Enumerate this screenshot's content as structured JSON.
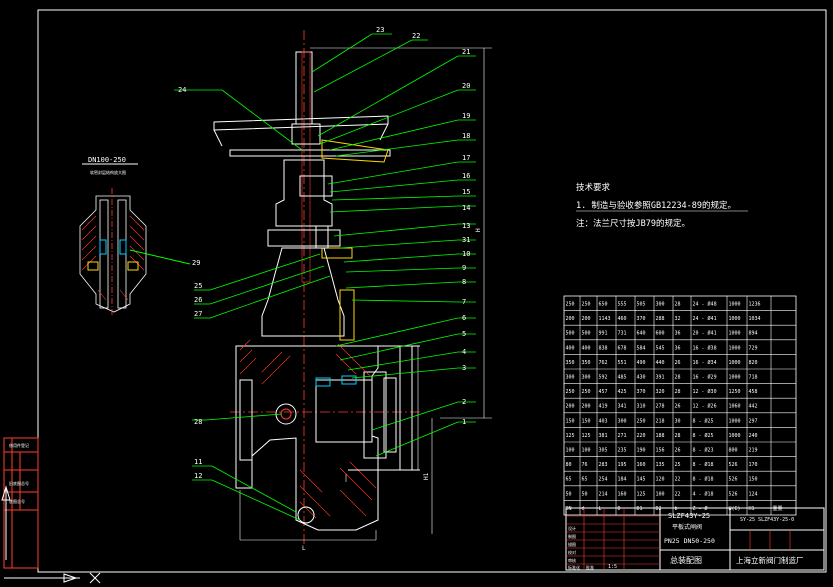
{
  "colors": {
    "background": "#000000",
    "frame": "#ffffff",
    "leader": "#00ff00",
    "outline": "#ffffff",
    "hatch": "#ff3b30",
    "dimension": "#ffffff",
    "centerline": "#ff3b30",
    "accent_cyan": "#00d0ff",
    "accent_yellow": "#ffd800",
    "accent_magenta": "#ff40ff"
  },
  "detail": {
    "title": "DN100-250",
    "subtitle": "软密封层结构放大图",
    "leader_label": "29"
  },
  "tech_requirements": {
    "title": "技术要求",
    "line1": "1. 制造与验收参照GB12234-89的规定。",
    "line2": "注：法兰尺寸按JB79的规定。"
  },
  "balloons_top_right": [
    "23",
    "22",
    "21",
    "20",
    "19",
    "18",
    "17",
    "16",
    "15",
    "14",
    "13",
    "31",
    "10",
    "9",
    "8",
    "7",
    "6",
    "5",
    "4",
    "3",
    "2",
    "1"
  ],
  "balloons_left": [
    "24",
    "25",
    "26",
    "27",
    "28",
    "11",
    "12"
  ],
  "table": {
    "rows": [
      [
        "250",
        "250",
        "650",
        "555",
        "505",
        "300",
        "28",
        "24 - Ø48",
        "1000",
        "1236"
      ],
      [
        "200",
        "200",
        "1143",
        "460",
        "370",
        "288",
        "32",
        "24 - Ø41",
        "1000",
        "1034"
      ],
      [
        "500",
        "500",
        "991",
        "731",
        "640",
        "600",
        "36",
        "20 - Ø41",
        "1000",
        "894"
      ],
      [
        "400",
        "400",
        "838",
        "678",
        "584",
        "545",
        "36",
        "16 - Ø38",
        "1000",
        "729"
      ],
      [
        "350",
        "350",
        "762",
        "551",
        "490",
        "440",
        "26",
        "16 - Ø34",
        "1000",
        "820"
      ],
      [
        "300",
        "300",
        "592",
        "485",
        "430",
        "391",
        "28",
        "16 - Ø29",
        "1000",
        "718"
      ],
      [
        "250",
        "250",
        "457",
        "425",
        "370",
        "320",
        "28",
        "12 - Ø30",
        "1250",
        "458"
      ],
      [
        "200",
        "200",
        "419",
        "341",
        "310",
        "278",
        "26",
        "12 - Ø26",
        "1060",
        "442"
      ],
      [
        "150",
        "150",
        "403",
        "300",
        "250",
        "218",
        "30",
        "8 - Ø25",
        "1000",
        "297"
      ],
      [
        "125",
        "125",
        "381",
        "271",
        "220",
        "188",
        "28",
        "8 - Ø25",
        "1000",
        "240"
      ],
      [
        "100",
        "100",
        "305",
        "235",
        "190",
        "156",
        "26",
        "8 - Ø23",
        "800",
        "219"
      ],
      [
        "80",
        "76",
        "283",
        "195",
        "160",
        "135",
        "25",
        "8 - Ø18",
        "526",
        "170"
      ],
      [
        "65",
        "65",
        "254",
        "184",
        "145",
        "120",
        "22",
        "8 - Ø18",
        "526",
        "150"
      ],
      [
        "50",
        "50",
        "214",
        "160",
        "125",
        "100",
        "22",
        "4 - Ø18",
        "526",
        "124"
      ]
    ],
    "header": [
      "DN",
      "d",
      "L",
      "D",
      "D1",
      "D2",
      "b",
      "Z - Ø",
      "H(C)",
      "H1",
      "重量"
    ]
  },
  "title_block": {
    "model": "SLZF43Y-25",
    "name": "平板式闸阀",
    "spec": "PN25  DN50-250",
    "drawing_no": "SY-25 SLZF43Y-25-0",
    "drawing_title": "总装配图",
    "company": "上海立新阀门制造厂",
    "scale": "1:5",
    "cells": [
      "设计",
      "制图",
      "描图",
      "校对",
      "审核",
      "标准化",
      "批准"
    ]
  },
  "left_strip": {
    "items": [
      "借用件登记",
      "旧底图总号",
      "底图总号"
    ]
  },
  "dim_labels": {
    "H": "H",
    "L": "L",
    "Hx": "H1"
  }
}
